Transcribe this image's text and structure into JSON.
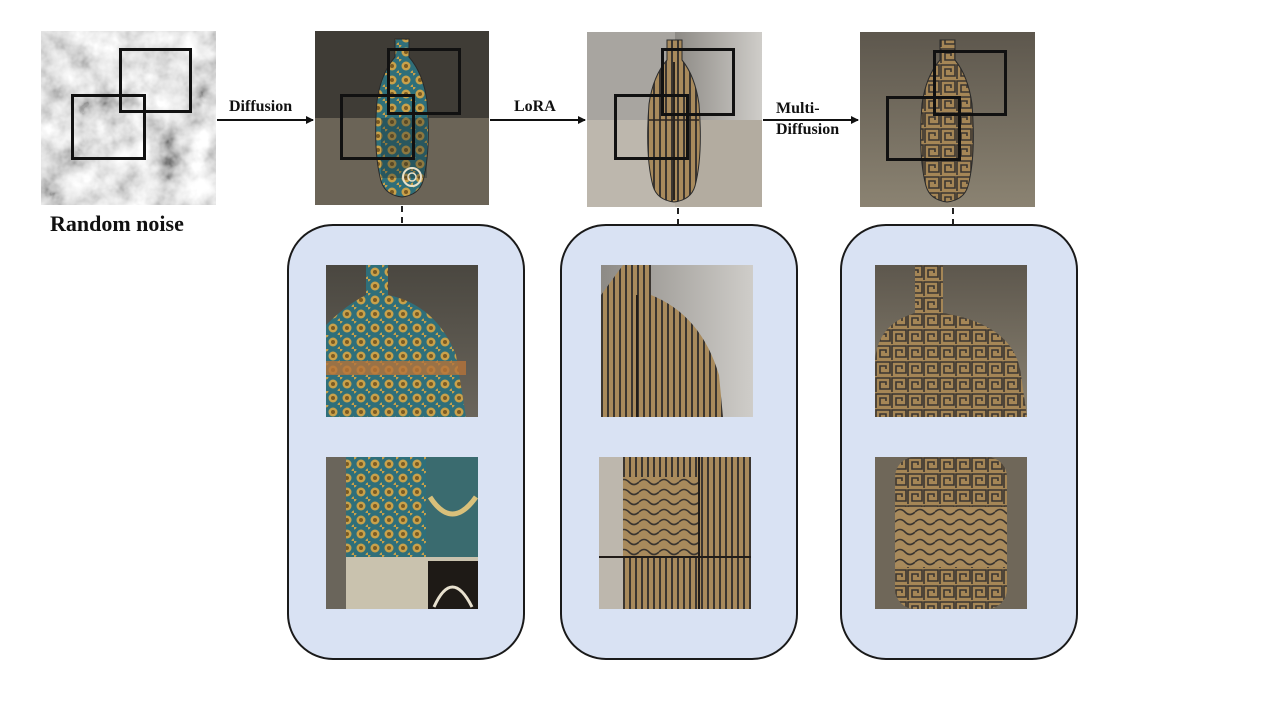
{
  "labels": {
    "random_noise": "Random noise",
    "diffusion": "Diffusion",
    "lora": "LoRA",
    "multi_line1": "Multi-",
    "multi_line2": "Diffusion"
  },
  "colors": {
    "panel_fill": "#d9e2f3",
    "outline": "#111111",
    "diffusion_vase_teal": "#2f6f7a",
    "diffusion_vase_gold": "#b58a3c",
    "lora_vase": "#8a6f45",
    "multidiffusion_vase": "#9a7d52",
    "stripe_dark": "#3a3530"
  },
  "stages": [
    {
      "name": "random-noise",
      "image": "noise-texture"
    },
    {
      "name": "diffusion",
      "image": "ornate-teal-gold-vase",
      "crops": [
        "vase-neck-shoulder-crop",
        "vase-body-crop"
      ]
    },
    {
      "name": "lora",
      "image": "striped-vase-with-seams",
      "crops": [
        "vase-neck-shoulder-crop",
        "vase-body-crop"
      ]
    },
    {
      "name": "multidiffusion",
      "image": "seamless-striped-vase",
      "crops": [
        "vase-neck-shoulder-crop",
        "vase-body-crop"
      ]
    }
  ]
}
